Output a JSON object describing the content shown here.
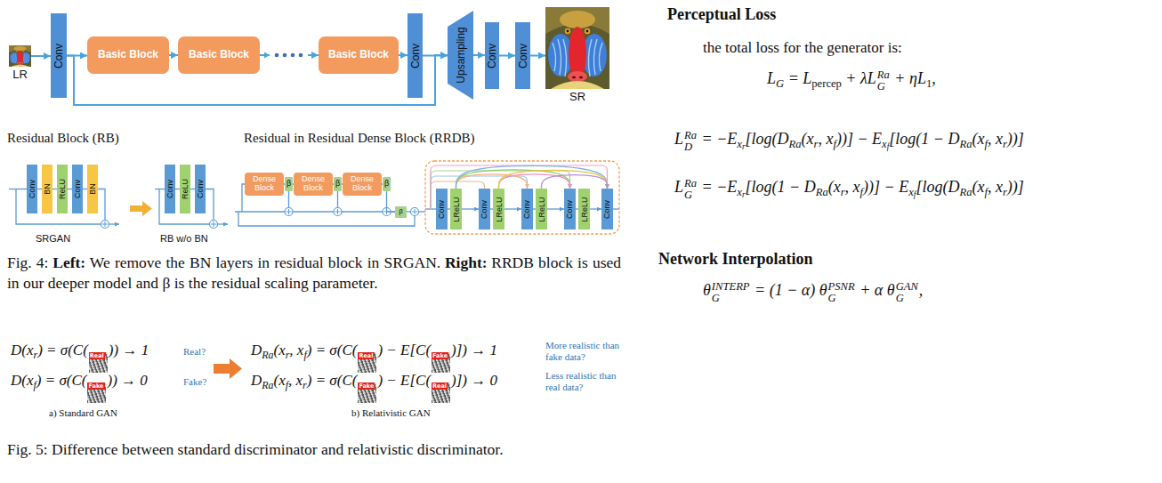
{
  "diagram": {
    "nodes": [
      {
        "text": [
          "LR"
        ]
      },
      {
        "text": [
          "Conv"
        ]
      },
      {
        "text": [
          "Basic Block"
        ]
      },
      {
        "text": [
          "Basic Block"
        ]
      },
      {
        "text": [
          "Basic Block"
        ]
      },
      {
        "text": [
          "Conv"
        ]
      },
      {
        "text": [
          "Upsampling"
        ]
      },
      {
        "text": [
          "Conv"
        ]
      },
      {
        "text": [
          "Conv"
        ]
      },
      {
        "text": [
          "SR"
        ]
      },
      {
        "text": [
          "Conv"
        ]
      },
      {
        "text": [
          "BN"
        ]
      },
      {
        "text": [
          "ReLU"
        ]
      },
      {
        "text": [
          "Conv"
        ]
      },
      {
        "text": [
          "BN"
        ]
      },
      {
        "text": [
          "Conv"
        ]
      },
      {
        "text": [
          "ReLU"
        ]
      },
      {
        "text": [
          "Conv"
        ]
      },
      {
        "text": [
          "Dense Block"
        ]
      },
      {
        "text": [
          "β"
        ]
      },
      {
        "text": [
          "Dense Block"
        ]
      },
      {
        "text": [
          "β"
        ]
      },
      {
        "text": [
          "Dense Block"
        ]
      },
      {
        "text": [
          "β"
        ]
      },
      {
        "text": [
          "β"
        ]
      },
      {
        "text": [
          "Conv"
        ]
      },
      {
        "text": [
          "LReLU"
        ]
      },
      {
        "text": [
          "Conv"
        ]
      },
      {
        "text": [
          "LReLU"
        ]
      },
      {
        "text": [
          "Conv"
        ]
      },
      {
        "text": [
          "LReLU"
        ]
      },
      {
        "text": [
          "Conv"
        ]
      },
      {
        "text": [
          "LReLU"
        ]
      },
      {
        "text": [
          "Conv"
        ]
      }
    ],
    "edges": [
      {
        "from": 0,
        "to": 1,
        "arrow": "to"
      },
      {
        "from": 1,
        "to": 2,
        "arrow": "to"
      },
      {
        "from": 2,
        "to": 3,
        "arrow": "to"
      },
      {
        "from": 3,
        "to": 4,
        "arrow": "to"
      },
      {
        "from": 4,
        "to": 5,
        "arrow": "to"
      },
      {
        "from": 5,
        "to": 6,
        "arrow": "to"
      },
      {
        "from": 6,
        "to": 7,
        "arrow": "to"
      },
      {
        "from": 7,
        "to": 8,
        "arrow": "to"
      },
      {
        "from": 8,
        "to": 9,
        "arrow": "to"
      },
      {
        "from": 1,
        "to": 6,
        "arrow": "to"
      },
      {
        "from": 10,
        "to": 11,
        "arrow": "none"
      },
      {
        "from": 11,
        "to": 12,
        "arrow": "none"
      },
      {
        "from": 12,
        "to": 13,
        "arrow": "none"
      },
      {
        "from": 13,
        "to": 14,
        "arrow": "none"
      },
      {
        "from": 15,
        "to": 16,
        "arrow": "none"
      },
      {
        "from": 16,
        "to": 17,
        "arrow": "none"
      },
      {
        "from": 18,
        "to": 19,
        "arrow": "none"
      },
      {
        "from": 19,
        "to": 20,
        "arrow": "none"
      },
      {
        "from": 20,
        "to": 21,
        "arrow": "none"
      },
      {
        "from": 21,
        "to": 22,
        "arrow": "none"
      },
      {
        "from": 22,
        "to": 23,
        "arrow": "none"
      },
      {
        "from": 23,
        "to": 24,
        "arrow": "none"
      },
      {
        "from": 25,
        "to": 26,
        "arrow": "none"
      },
      {
        "from": 26,
        "to": 27,
        "arrow": "to"
      },
      {
        "from": 27,
        "to": 28,
        "arrow": "none"
      },
      {
        "from": 28,
        "to": 29,
        "arrow": "to"
      },
      {
        "from": 29,
        "to": 30,
        "arrow": "none"
      },
      {
        "from": 30,
        "to": 31,
        "arrow": "to"
      },
      {
        "from": 31,
        "to": 32,
        "arrow": "none"
      },
      {
        "from": 32,
        "to": 33,
        "arrow": "to"
      },
      {
        "from": 26,
        "to": 29,
        "arrow": "to"
      },
      {
        "from": 26,
        "to": 31,
        "arrow": "to"
      },
      {
        "from": 26,
        "to": 33,
        "arrow": "to"
      },
      {
        "from": 28,
        "to": 31,
        "arrow": "to"
      },
      {
        "from": 28,
        "to": 33,
        "arrow": "to"
      },
      {
        "from": 30,
        "to": 33,
        "arrow": "to"
      }
    ],
    "labels": [
      "Residual Block (RB)",
      "SRGAN",
      "RB w/o BN",
      "Residual in Residual Dense Block (RRDB)",
      "Fig. 4:",
      "Left:",
      "We remove the BN layers in residual block in SRGAN.",
      "Right:",
      "RRDB block is used in our deeper model and β is the residual scaling parameter.",
      "D(x",
      "r",
      ") = σ(C(",
      "Real",
      ")) → 1",
      "Real?",
      "D(x",
      "f",
      ") = σ(C(",
      "Fake",
      ")) → 0",
      "Fake?",
      "D",
      "Ra",
      "(x",
      "r",
      ", x",
      "f",
      ") = σ(C(",
      "Real",
      ") − E[C(",
      "Fake",
      ")]) → 1",
      "More realistic than fake data?",
      "D",
      "Ra",
      "(x",
      "f",
      ", x",
      "r",
      ") = σ(C(",
      "Fake",
      ") − E[C(",
      "Real",
      ")]) → 0",
      "Less realistic than real data?",
      "a) Standard GAN",
      "b) Relativistic GAN",
      "Fig. 5: Difference between standard discriminator and relativistic discriminator.",
      "Perceptual Loss",
      "the total loss for the generator is:",
      "L",
      "G",
      " = L",
      "percep",
      " + λL",
      "Ra",
      "G",
      " + ηL",
      "1",
      ",",
      "L",
      "Ra",
      "D",
      " = −E",
      "x",
      "r",
      "[log(D",
      "Ra",
      "(x",
      "r",
      ", x",
      "f",
      "))] − E",
      "x",
      "f",
      "[log(1 − D",
      "Ra",
      "(x",
      "f",
      ", x",
      "r",
      "))]",
      "L",
      "Ra",
      "G",
      " = −E",
      "x",
      "r",
      "[log(1 − D",
      "Ra",
      "(x",
      "r",
      ", x",
      "f",
      "))] − E",
      "x",
      "f",
      "[log(D",
      "Ra",
      "(x",
      "f",
      ", x",
      "r",
      "))]",
      "Network Interpolation",
      "θ",
      "INTERP",
      "G",
      " = (1 − α) θ",
      "PSNR",
      "G",
      " + α θ",
      "GAN",
      "G",
      ","
    ]
  }
}
